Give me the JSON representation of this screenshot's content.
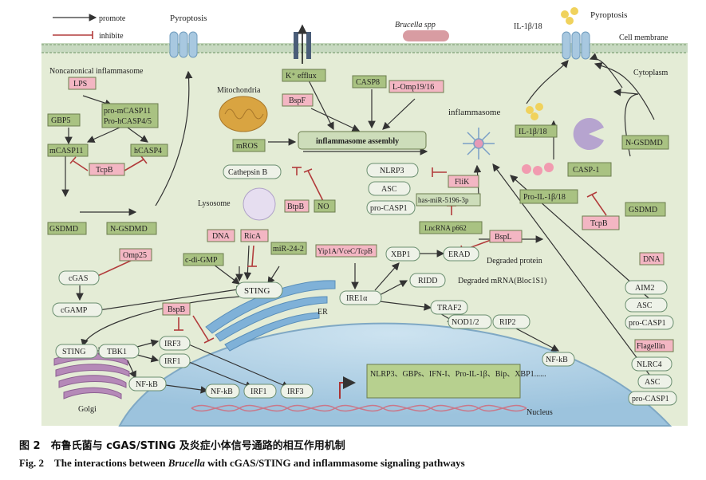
{
  "legend": {
    "promote": "promote",
    "inhibite": "inhibite"
  },
  "top": {
    "pyroptosis_left": "Pyroptosis",
    "pyroptosis_right": "Pyroptosis",
    "brucella": "Brucella spp",
    "il1b18_top": "IL-1β/18",
    "cell_membrane": "Cell membrane",
    "cytoplasm": "Cytoplasm"
  },
  "noncanonical": {
    "title": "Noncanonical inflammasome",
    "lps": "LPS",
    "pro_casp_line1": "pro-mCASP11",
    "pro_casp_line2": "Pro-hCASP4/5",
    "gbp5": "GBP5",
    "mcasp11": "mCASP11",
    "hcasp4": "hCASP4",
    "tcpb": "TcpB",
    "gsdmd": "GSDMD",
    "ngsdmd": "N-GSDMD"
  },
  "center": {
    "mitochondria": "Mitochondria",
    "mros": "mROS",
    "k_efflux": "K⁺ efflux",
    "bspf": "BspF",
    "casp8": "CASP8",
    "lomp": "L-Omp19/16",
    "assembly": "inflammasome assembly",
    "inflammasome": "inflammasome",
    "cathepsin": "Cathepsin B",
    "lysosome": "Lysosome",
    "btpb": "BtpB",
    "no": "NO",
    "nlrp3": "NLRP3",
    "asc": "ASC",
    "procasp1": "pro-CASP1",
    "flik": "FliK",
    "mir5196": "has-miR-5196-3p",
    "lncrna": "LncRNA p662"
  },
  "right": {
    "il1b18": "IL-1β/18",
    "casp1": "CASP-1",
    "pro_il": "Pro-IL-1β/18",
    "ngsdmd": "N-GSDMD",
    "gsdmd": "GSDMD",
    "tcpb": "TcpB",
    "dna": "DNA",
    "aim2": "AIM2",
    "asc1": "ASC",
    "procasp1a": "pro-CASP1",
    "flagellin": "Flagellin",
    "nlrc4": "NLRC4",
    "asc2": "ASC",
    "procasp1b": "pro-CASP1"
  },
  "er": {
    "yip": "Yip1A/VceC/TcpB",
    "xbp1": "XBP1",
    "erad": "ERAD",
    "bspl": "BspL",
    "degraded_protein": "Degraded protein",
    "ire1a": "IRE1α",
    "ridd": "RIDD",
    "degraded_mrna": "Degraded mRNA(Bloc1S1)",
    "traf2": "TRAF2",
    "nod": "NOD1/2",
    "rip2": "RIP2",
    "nfkb": "NF-kB",
    "er_label": "ER"
  },
  "sting": {
    "dna": "DNA",
    "rica": "RicA",
    "cdigmp": "c-di-GMP",
    "mir24": "miR-24-2",
    "omp25": "Omp25",
    "cgas": "cGAS",
    "cgamp": "cGAMP",
    "sting": "STING",
    "sting2": "STING",
    "tbk1": "TBK1",
    "bspb": "BspB",
    "irf3a": "IRF3",
    "irf1a": "IRF1",
    "nfkb": "NF-kB",
    "golgi": "Golgi",
    "nfkb_n": "NF-kB",
    "irf1_n": "IRF1",
    "irf3_n": "IRF3"
  },
  "nucleus": {
    "genes": "NLRP3、GBPs、IFN-I、Pro-IL-1β、Bip、XBP1......",
    "label": "Nucleus"
  },
  "caption": {
    "zh": "图 2　布鲁氏菌与 cGAS/STING 及炎症小体信号通路的相互作用机制",
    "en_prefix": "Fig. 2　The interactions between ",
    "en_italic": "Brucella",
    "en_suffix": " with cGAS/STING and inflammasome signaling pathways"
  }
}
